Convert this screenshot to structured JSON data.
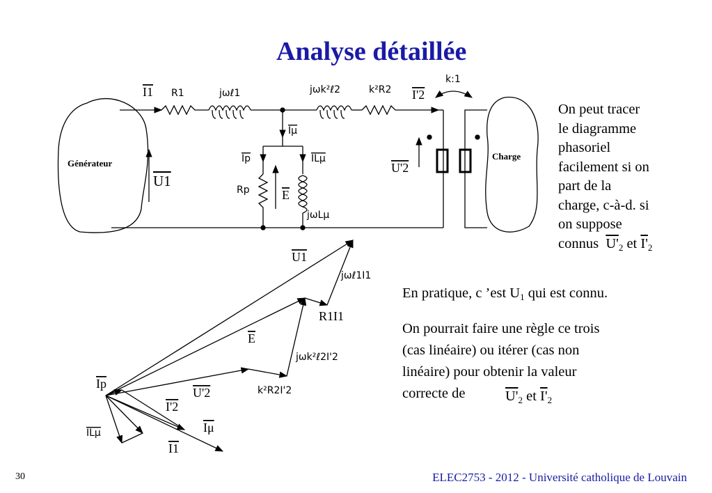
{
  "title": "Analyse détaillée",
  "circuit": {
    "generator_label": "Générateur",
    "load_label": "Charge",
    "ratio_label": "k:1",
    "I1": "I1",
    "R1": "R1",
    "jwl1": "jωℓ1",
    "jwk2l2": "jωk²ℓ2",
    "k2R2": "k²R2",
    "I2p": "I'2",
    "Imu": "Iμ",
    "Ip": "Ip",
    "ILmu": "ILμ",
    "Rp": "Rp",
    "E": "E",
    "jwLmu": "jωLμ",
    "U1": "U1",
    "U2p": "U'2"
  },
  "phasor": {
    "U1": "U1",
    "jwl1I1": "jωℓ1I1",
    "R1I1": "R1I1",
    "E": "E",
    "jwk2l2I2": "jωk²ℓ2I'2",
    "Ip": "Ip",
    "U2p": "U'2",
    "k2R2I2": "k²R2I'2",
    "I2p": "I'2",
    "ILmu": "ILμ",
    "Imu": "Iμ",
    "I1": "I1"
  },
  "side_text": {
    "lines": [
      "On peut tracer",
      "le diagramme",
      "phasoriel",
      "facilement si on",
      "part de la",
      "charge, c-à-d. si",
      "on suppose"
    ],
    "last_prefix": "connus",
    "U2": "U'",
    "sub2": "2",
    "et": "et",
    "I2": "I'"
  },
  "para1": {
    "before": "En pratique, c ’est U",
    "sub": "1",
    "after": " qui est connu."
  },
  "para2": {
    "lines": [
      "On pourrait faire une règle ce trois",
      "(cas linéaire) ou itérer (cas non",
      "linéaire) pour obtenir la valeur",
      "correcte de"
    ]
  },
  "ender": {
    "U": "U'",
    "sub": "2",
    "et": "et",
    "I": "I'"
  },
  "page_number": "30",
  "footer": "ELEC2753 - 2012 - Université catholique de Louvain"
}
